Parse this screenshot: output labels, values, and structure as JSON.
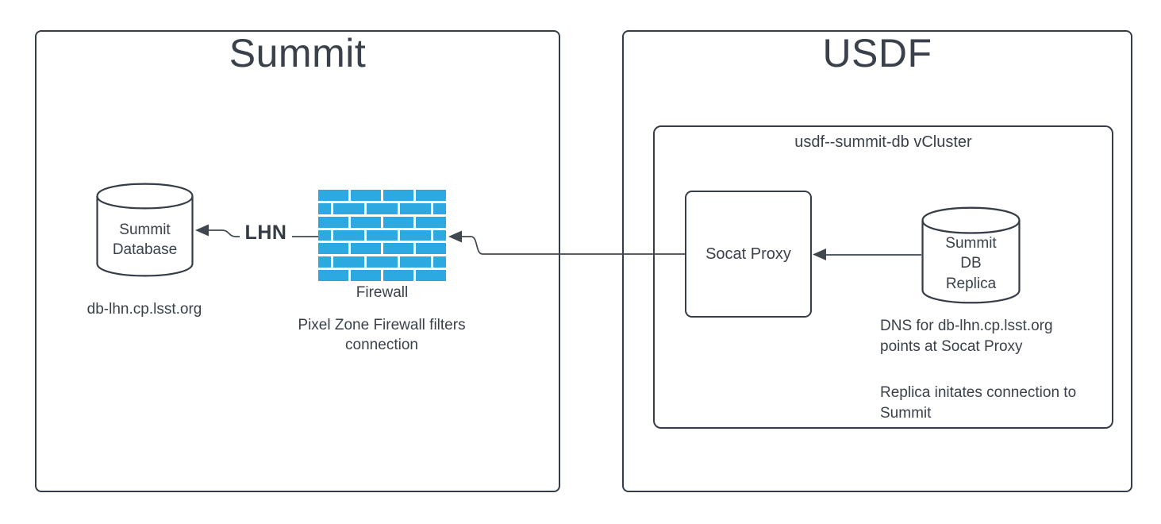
{
  "summit": {
    "title": "Summit",
    "database": {
      "icon": "database-cylinder-icon",
      "label": "Summit\nDatabase",
      "hostname": "db-lhn.cp.lsst.org"
    },
    "lhn_link_label": "LHN",
    "firewall": {
      "icon": "firewall-brick-wall-icon",
      "label": "Firewall",
      "caption": "Pixel Zone Firewall filters\nconnection"
    }
  },
  "usdf": {
    "title": "USDF",
    "vcluster": {
      "label": "usdf--summit-db vCluster",
      "socat_proxy_label": "Socat Proxy",
      "replica": {
        "icon": "database-cylinder-icon",
        "label": "Summit\nDB\nReplica"
      },
      "notes": [
        "DNS for db-lhn.cp.lsst.org\npoints at Socat Proxy",
        "Replica initates connection to\nSummit"
      ]
    }
  },
  "connections": [
    {
      "from": "firewall",
      "to": "summit-database",
      "label": "LHN"
    },
    {
      "from": "socat-proxy",
      "to": "firewall",
      "label": ""
    },
    {
      "from": "summit-db-replica",
      "to": "socat-proxy",
      "label": ""
    }
  ],
  "colors": {
    "stroke": "#363d46",
    "text": "#3a414b",
    "firewall_blue": "#2ca9e1",
    "background": "#ffffff"
  }
}
